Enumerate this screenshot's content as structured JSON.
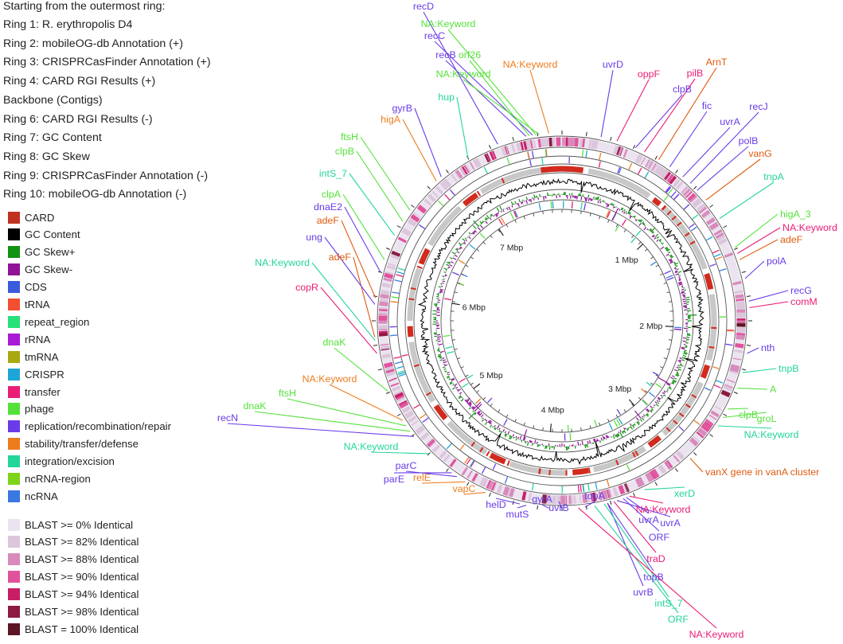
{
  "intro": "Starting from the outermost ring:",
  "rings": [
    "Ring 1: R. erythropolis D4",
    "Ring 2: mobileOG-db Annotation (+)",
    "Ring 3: CRISPRCasFinder Annotation (+)",
    "Ring 4: CARD RGI Results (+)",
    "Backbone (Contigs)",
    "Ring 6: CARD RGI Results (-)",
    "Ring 7: GC Content",
    "Ring 8: GC Skew",
    "Ring 9: CRISPRCasFinder Annotation (-)",
    "Ring 10: mobileOG-db Annotation (-)"
  ],
  "legend": [
    {
      "label": "CARD",
      "color": "#c0321e"
    },
    {
      "label": "GC Content",
      "color": "#000000"
    },
    {
      "label": "GC Skew+",
      "color": "#129212"
    },
    {
      "label": "GC Skew-",
      "color": "#8e1495"
    },
    {
      "label": "CDS",
      "color": "#3b5bde"
    },
    {
      "label": "tRNA",
      "color": "#f24f32"
    },
    {
      "label": "repeat_region",
      "color": "#26e07a"
    },
    {
      "label": "rRNA",
      "color": "#a81ad4"
    },
    {
      "label": "tmRNA",
      "color": "#a8a810"
    },
    {
      "label": "CRISPR",
      "color": "#1ea5d8"
    },
    {
      "label": "transfer",
      "color": "#ea1c76"
    },
    {
      "label": "phage",
      "color": "#54e23a"
    },
    {
      "label": "replication/recombination/repair",
      "color": "#6a3ce8"
    },
    {
      "label": "stability/transfer/defense",
      "color": "#ee7c1e"
    },
    {
      "label": "integration/excision",
      "color": "#22d69a"
    },
    {
      "label": "ncRNA-region",
      "color": "#7cd418"
    },
    {
      "label": "ncRNA",
      "color": "#3a78e2"
    }
  ],
  "blast_legend": [
    {
      "label": "BLAST >= 0% Identical",
      "color": "#ebe4f0"
    },
    {
      "label": "BLAST >= 82% Identical",
      "color": "#dcc6dc"
    },
    {
      "label": "BLAST >= 88% Identical",
      "color": "#d98abc"
    },
    {
      "label": "BLAST >= 90% Identical",
      "color": "#e0539c"
    },
    {
      "label": "BLAST >= 94% Identical",
      "color": "#c91e65"
    },
    {
      "label": "BLAST >= 98% Identical",
      "color": "#8c1a42"
    },
    {
      "label": "BLAST = 100% Identical",
      "color": "#5c1524"
    }
  ],
  "ticks": [
    "1 Mbp",
    "2 Mbp",
    "3 Mbp",
    "4 Mbp",
    "5 Mbp",
    "6 Mbp",
    "7 Mbp"
  ],
  "genes": [
    {
      "label": "recD",
      "color": "#6a3ce8"
    },
    {
      "label": "NA:Keyword",
      "color": "#54e23a"
    },
    {
      "label": "recC",
      "color": "#6a3ce8"
    },
    {
      "label": "recB",
      "color": "#6a3ce8"
    },
    {
      "label": "orf26",
      "color": "#54e23a"
    },
    {
      "label": "NA:Keyword",
      "color": "#54e23a"
    },
    {
      "label": "NA:Keyword",
      "color": "#ee7c1e"
    },
    {
      "label": "uvrD",
      "color": "#6a3ce8"
    },
    {
      "label": "oppF",
      "color": "#ea1c76"
    },
    {
      "label": "ArnT",
      "color": "#e05a10"
    },
    {
      "label": "pilB",
      "color": "#ea1c76"
    },
    {
      "label": "clpB",
      "color": "#6a3ce8"
    },
    {
      "label": "fic",
      "color": "#6a3ce8"
    },
    {
      "label": "recJ",
      "color": "#6a3ce8"
    },
    {
      "label": "uvrA",
      "color": "#6a3ce8"
    },
    {
      "label": "polB",
      "color": "#6a3ce8"
    },
    {
      "label": "vanG",
      "color": "#e05a10"
    },
    {
      "label": "tnpA",
      "color": "#22d69a"
    },
    {
      "label": "higA_3",
      "color": "#54e23a"
    },
    {
      "label": "NA:Keyword",
      "color": "#ea1c76"
    },
    {
      "label": "adeF",
      "color": "#e05a10"
    },
    {
      "label": "polA",
      "color": "#6a3ce8"
    },
    {
      "label": "recG",
      "color": "#6a3ce8"
    },
    {
      "label": "comM",
      "color": "#ea1c76"
    },
    {
      "label": "nth",
      "color": "#6a3ce8"
    },
    {
      "label": "tnpB",
      "color": "#22d69a"
    },
    {
      "label": "A",
      "color": "#54e23a"
    },
    {
      "label": "clpB",
      "color": "#54e23a"
    },
    {
      "label": "groL",
      "color": "#54e23a"
    },
    {
      "label": "NA:Keyword",
      "color": "#22d69a"
    },
    {
      "label": "vanX gene in vanA cluster",
      "color": "#e05a10"
    },
    {
      "label": "xerD",
      "color": "#22d69a"
    },
    {
      "label": "NA:Keyword",
      "color": "#ea1c76"
    },
    {
      "label": "uvrA",
      "color": "#6a3ce8"
    },
    {
      "label": "uvrA",
      "color": "#6a3ce8"
    },
    {
      "label": "ORF",
      "color": "#6a3ce8"
    },
    {
      "label": "traD",
      "color": "#ea1c76"
    },
    {
      "label": "topB",
      "color": "#6a3ce8"
    },
    {
      "label": "uvrB",
      "color": "#6a3ce8"
    },
    {
      "label": "intS_7",
      "color": "#22d69a"
    },
    {
      "label": "ORF",
      "color": "#22d69a"
    },
    {
      "label": "NA:Keyword",
      "color": "#ea1c76"
    },
    {
      "label": "topA",
      "color": "#6a3ce8"
    },
    {
      "label": "uvrB",
      "color": "#6a3ce8"
    },
    {
      "label": "gyrA",
      "color": "#6a3ce8"
    },
    {
      "label": "mutS",
      "color": "#6a3ce8"
    },
    {
      "label": "helD",
      "color": "#6a3ce8"
    },
    {
      "label": "vapC",
      "color": "#ee7c1e"
    },
    {
      "label": "relE",
      "color": "#ee7c1e"
    },
    {
      "label": "parC",
      "color": "#6a3ce8"
    },
    {
      "label": "parE",
      "color": "#6a3ce8"
    },
    {
      "label": "NA:Keyword",
      "color": "#22d69a"
    },
    {
      "label": "recN",
      "color": "#6a3ce8"
    },
    {
      "label": "dnaK",
      "color": "#54e23a"
    },
    {
      "label": "ftsH",
      "color": "#54e23a"
    },
    {
      "label": "NA:Keyword",
      "color": "#ee7c1e"
    },
    {
      "label": "dnaK",
      "color": "#54e23a"
    },
    {
      "label": "copR",
      "color": "#ea1c76"
    },
    {
      "label": "NA:Keyword",
      "color": "#22d69a"
    },
    {
      "label": "adeF",
      "color": "#e05a10"
    },
    {
      "label": "ung",
      "color": "#6a3ce8"
    },
    {
      "label": "adeF",
      "color": "#e05a10"
    },
    {
      "label": "dnaE2",
      "color": "#6a3ce8"
    },
    {
      "label": "clpA",
      "color": "#54e23a"
    },
    {
      "label": "intS_7",
      "color": "#22d69a"
    },
    {
      "label": "clpB",
      "color": "#54e23a"
    },
    {
      "label": "ftsH",
      "color": "#54e23a"
    },
    {
      "label": "higA",
      "color": "#ee7c1e"
    },
    {
      "label": "gyrB",
      "color": "#6a3ce8"
    },
    {
      "label": "hup",
      "color": "#22d69a"
    }
  ]
}
